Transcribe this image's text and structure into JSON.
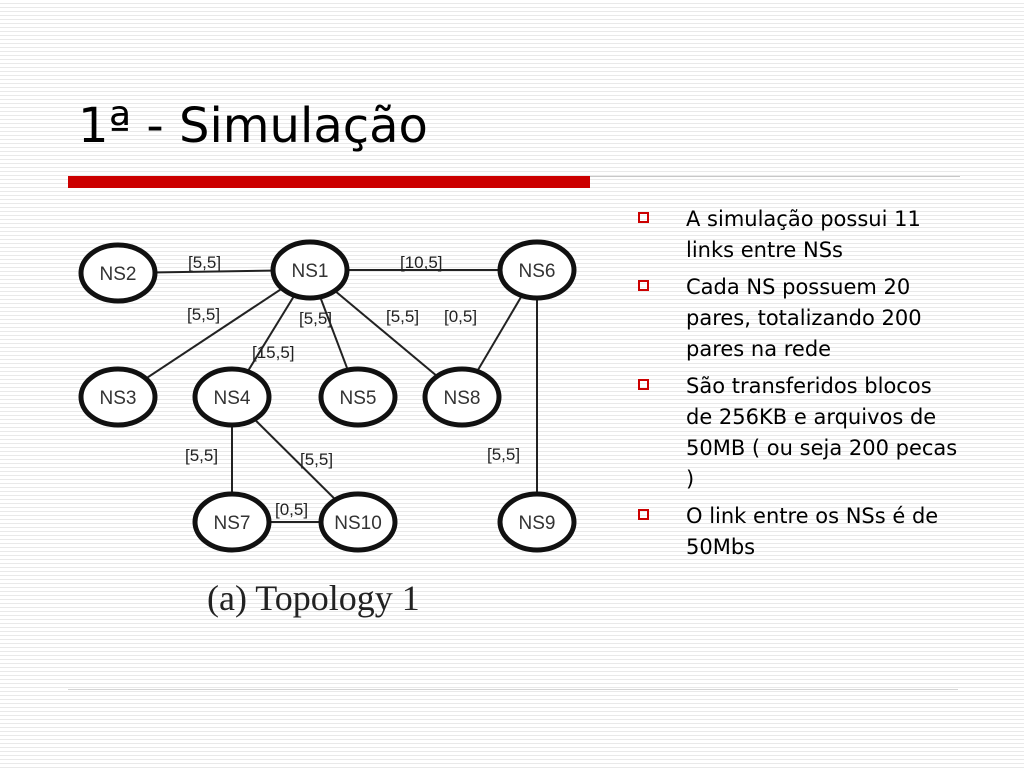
{
  "slide": {
    "title": "1ª - Simulação",
    "accent_color": "#cc0000"
  },
  "diagram": {
    "caption": "(a)  Topology 1",
    "nodes": [
      {
        "id": "NS2",
        "label": "NS2"
      },
      {
        "id": "NS1",
        "label": "NS1"
      },
      {
        "id": "NS6",
        "label": "NS6"
      },
      {
        "id": "NS3",
        "label": "NS3"
      },
      {
        "id": "NS4",
        "label": "NS4"
      },
      {
        "id": "NS5",
        "label": "NS5"
      },
      {
        "id": "NS8",
        "label": "NS8"
      },
      {
        "id": "NS7",
        "label": "NS7"
      },
      {
        "id": "NS10",
        "label": "NS10"
      },
      {
        "id": "NS9",
        "label": "NS9"
      }
    ],
    "links": [
      {
        "from": "NS2",
        "to": "NS1",
        "label": "[5,5]"
      },
      {
        "from": "NS1",
        "to": "NS6",
        "label": "[10,5]"
      },
      {
        "from": "NS1",
        "to": "NS3",
        "label": "[5,5]"
      },
      {
        "from": "NS1",
        "to": "NS4",
        "label": "[15,5]"
      },
      {
        "from": "NS1",
        "to": "NS5",
        "label": "[5,5]"
      },
      {
        "from": "NS1",
        "to": "NS8",
        "label": "[5,5]"
      },
      {
        "from": "NS6",
        "to": "NS8",
        "label": "[0,5]"
      },
      {
        "from": "NS6",
        "to": "NS9",
        "label": "[5,5]"
      },
      {
        "from": "NS4",
        "to": "NS7",
        "label": "[5,5]"
      },
      {
        "from": "NS4",
        "to": "NS10",
        "label": "[5,5]"
      },
      {
        "from": "NS7",
        "to": "NS10",
        "label": "[0,5]"
      }
    ]
  },
  "bullets": [
    {
      "text": "A simulação possui 11 links entre NSs"
    },
    {
      "text": "Cada NS possuem 20 pares, totalizando 200 pares na rede"
    },
    {
      "text": "São transferidos blocos de 256KB e arquivos de 50MB ( ou seja 200 pecas )"
    },
    {
      "text": "O link entre os NSs é de 50Mbs"
    }
  ]
}
